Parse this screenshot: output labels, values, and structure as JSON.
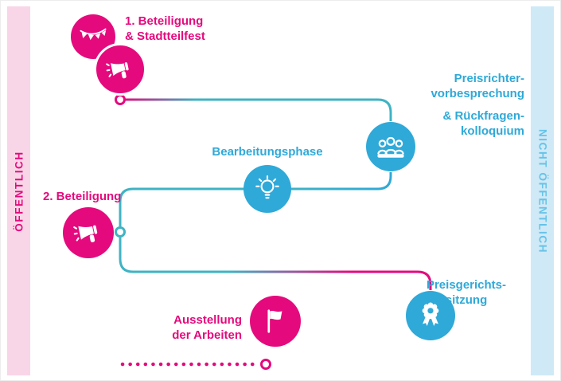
{
  "left_bar": {
    "label": "ÖFFENTLICH",
    "text_color": "#e40a7d",
    "bg_color": "#f8d6e7"
  },
  "right_bar": {
    "label": "NICHT ÖFFENTLICH",
    "text_color": "#66c3e8",
    "bg_color": "#cfe9f6"
  },
  "colors": {
    "pink": "#e40a7d",
    "blue": "#2fa9d8",
    "teal": "#3fb3c3",
    "left_bar_bg": "#f8d6e7",
    "right_bar_bg": "#cfe9f6"
  },
  "labels": {
    "step1_line1": "1. Beteiligung",
    "step1_line2": "& Stadtteilfest",
    "jury_line1": "Preisrichter-",
    "jury_line2": "vorbesprechung",
    "jury_line3": "& Rückfragen-",
    "jury_line4": "kolloquium",
    "phase": "Bearbeitungsphase",
    "step2": "2. Beteiligung",
    "court_line1": "Preisgerichts-",
    "court_line2": "sitzung",
    "exhibit_line1": "Ausstellung",
    "exhibit_line2": "der Arbeiten"
  },
  "icons": {
    "step1_top": "bunting-icon",
    "step1_main": "megaphone-icon",
    "jury": "jury-panel-icon",
    "phase": "lightbulb-icon",
    "step2": "megaphone-icon",
    "exhibit": "flag-icon",
    "court": "award-rosette-icon"
  }
}
